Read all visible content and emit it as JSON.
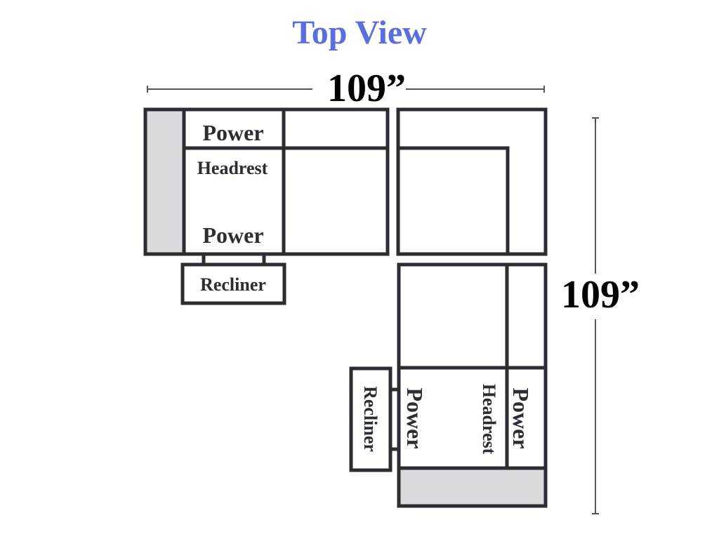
{
  "title": "Top View",
  "title_color": "#5a6ee0",
  "dimensions": {
    "width": "109”",
    "depth": "109”"
  },
  "labels": {
    "left_power_top": "Power",
    "left_headrest": "Headrest",
    "left_power_bottom": "Power",
    "left_recliner": "Recliner",
    "bottom_recliner": "Recliner",
    "bottom_power_left": "Power",
    "bottom_headrest": "Headrest",
    "bottom_power_right": "Power"
  }
}
